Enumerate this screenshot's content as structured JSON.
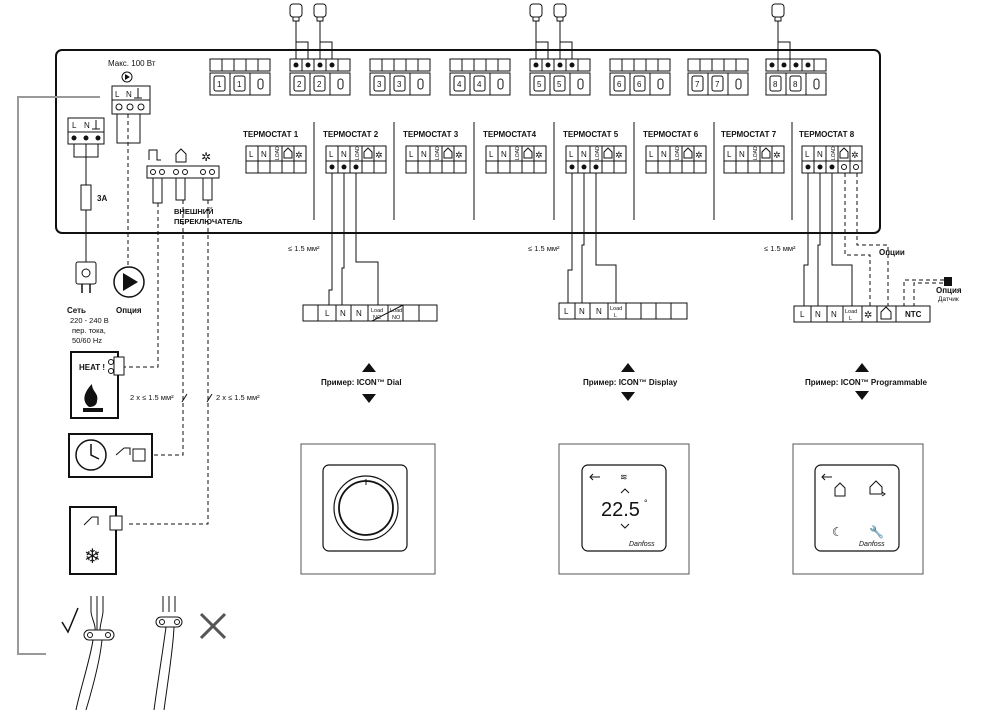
{
  "max_power": "Макс. 100 Вт",
  "fuse": "3A",
  "power": {
    "title": "Сеть",
    "line1": "220 - 240 В",
    "line2": "пер. тока,",
    "line3": "50/60 Hz"
  },
  "pump_option": "Опция",
  "external_switch": {
    "line1": "ВНЕШНИЙ",
    "line2": "ПЕРЕКЛЮЧАТЕЛЬ"
  },
  "thermostats": [
    {
      "label": "ТЕРМОСТАТ 1",
      "num": "1"
    },
    {
      "label": "ТЕРМОСТАТ 2",
      "num": "2"
    },
    {
      "label": "ТЕРМОСТАТ 3",
      "num": "3"
    },
    {
      "label": "ТЕРМОСТАТ4",
      "num": "4"
    },
    {
      "label": "ТЕРМОСТАТ 5",
      "num": "5"
    },
    {
      "label": "ТЕРМОСТАТ 6",
      "num": "6"
    },
    {
      "label": "ТЕРМОСТАТ 7",
      "num": "7"
    },
    {
      "label": "ТЕРМОСТАТ 8",
      "num": "8"
    }
  ],
  "terminal_letters": {
    "l": "L",
    "n": "N",
    "load": "LOAD"
  },
  "wire_size": "≤ 1.5 мм²",
  "double_wire": "2 x ≤ 1.5 мм²",
  "heat_label": "HEAT !",
  "options_label": "Опции",
  "sensor_option": {
    "title": "Опция",
    "sub": "Датчик"
  },
  "ntc": "NTC",
  "dial_block": {
    "l": "L",
    "n": "N",
    "load": "Load",
    "nc": "NC",
    "no": "NO"
  },
  "display_block": {
    "load": "Load",
    "l": "L"
  },
  "prog_block": {
    "load": "Load",
    "l": "L"
  },
  "examples": [
    {
      "caption": "Пример: ICON™ Dial"
    },
    {
      "caption": "Пример: ICON™ Display"
    },
    {
      "caption": "Пример: ICON™ Programmable"
    }
  ],
  "display_temp": "22.5",
  "display_degree": "°",
  "brand": "Danfoss"
}
